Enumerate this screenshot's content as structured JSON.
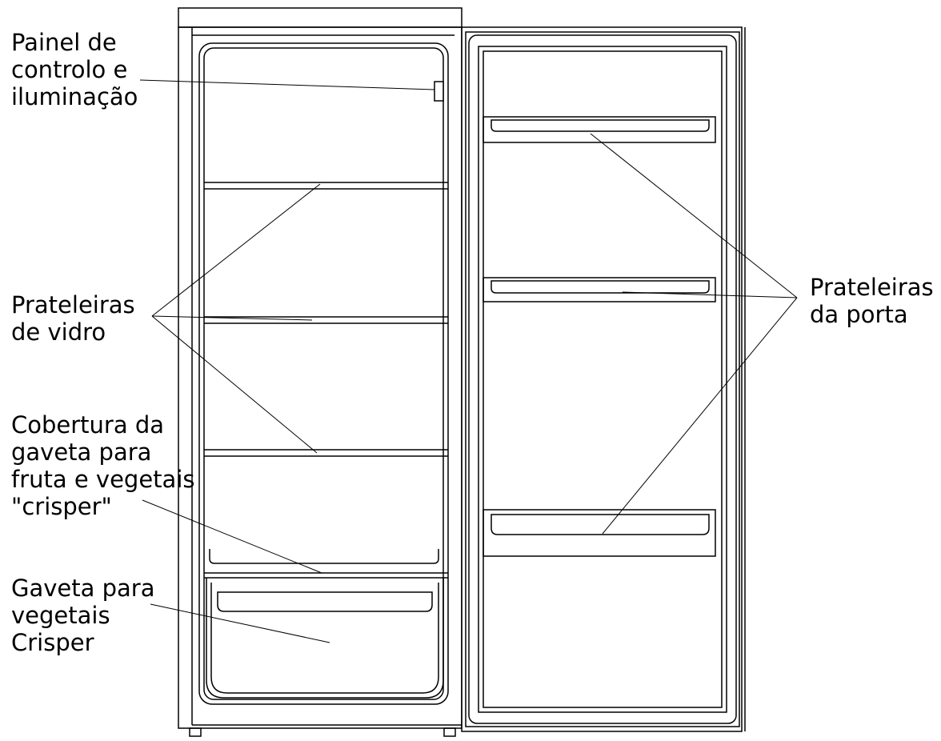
{
  "labels": {
    "control_panel": "Painel de\ncontrolo e\niluminação",
    "glass_shelves": "Prateleiras\nde vidro",
    "crisper_cover": "Cobertura da\ngaveta para\nfruta e vegetais\n\"crisper\"",
    "crisper_drawer": "Gaveta para\nvegetais\nCrisper",
    "door_shelves": "Prateleiras\nda porta"
  }
}
